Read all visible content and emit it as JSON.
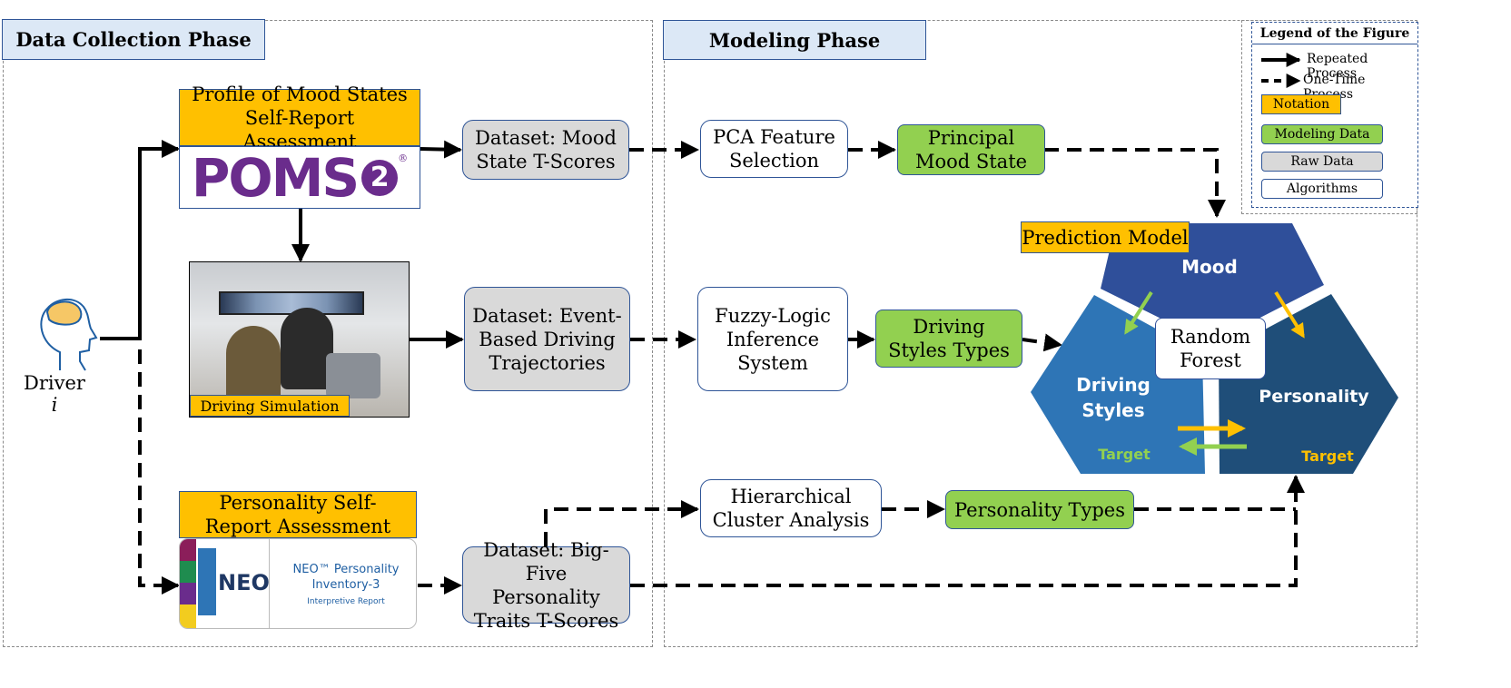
{
  "phases": {
    "data_collection": "Data Collection Phase",
    "modeling": "Modeling Phase"
  },
  "driver": {
    "label": "Driver ",
    "var": "i"
  },
  "poms": {
    "header": "Profile of Mood States Self-Report Assessment",
    "logo_text": "POMS",
    "logo_sup": "2",
    "reg": "®"
  },
  "simulation": {
    "label": "Driving Simulation"
  },
  "personality_assessment": {
    "header": "Personality Self-Report Assessment",
    "neo_logo": "NEO",
    "neo_title_1": "NEO™ Personality",
    "neo_title_2": "Inventory-3",
    "neo_sub": "Interpretive Report"
  },
  "nodes": {
    "mood_dataset": "Dataset: Mood State T-Scores",
    "driving_dataset": "Dataset: Event-Based Driving Trajectories",
    "bigfive_dataset": "Dataset: Big-Five Personality Traits T-Scores",
    "pca": "PCA Feature Selection",
    "fuzzy": "Fuzzy-Logic Inference System",
    "hca": "Hierarchical Cluster Analysis",
    "principal_mood": "Principal Mood State",
    "driving_types": "Driving Styles Types",
    "personality_types": "Personality Types"
  },
  "prediction": {
    "title": "Prediction Model",
    "mood": "Mood",
    "driving_1": "Driving",
    "driving_2": "Styles",
    "personality": "Personality",
    "rf_1": "Random",
    "rf_2": "Forest",
    "target_left": "Target",
    "target_right": "Target"
  },
  "legend": {
    "title": "Legend of the Figure",
    "repeated": "Repeated Process",
    "onetime": "One-Time Process",
    "notation": "Notation",
    "modeling": "Modeling Data",
    "raw": "Raw Data",
    "algorithms": "Algorithms"
  },
  "colors": {
    "border_blue": "#2f5597",
    "raw_gray": "#d9d9d9",
    "model_green": "#92d050",
    "note_orange": "#ffc000",
    "phase_fill": "#dce8f6",
    "mood_blue": "#2f4f9a",
    "driving_blue": "#2e75b6",
    "personality_navy": "#1f4e79"
  }
}
